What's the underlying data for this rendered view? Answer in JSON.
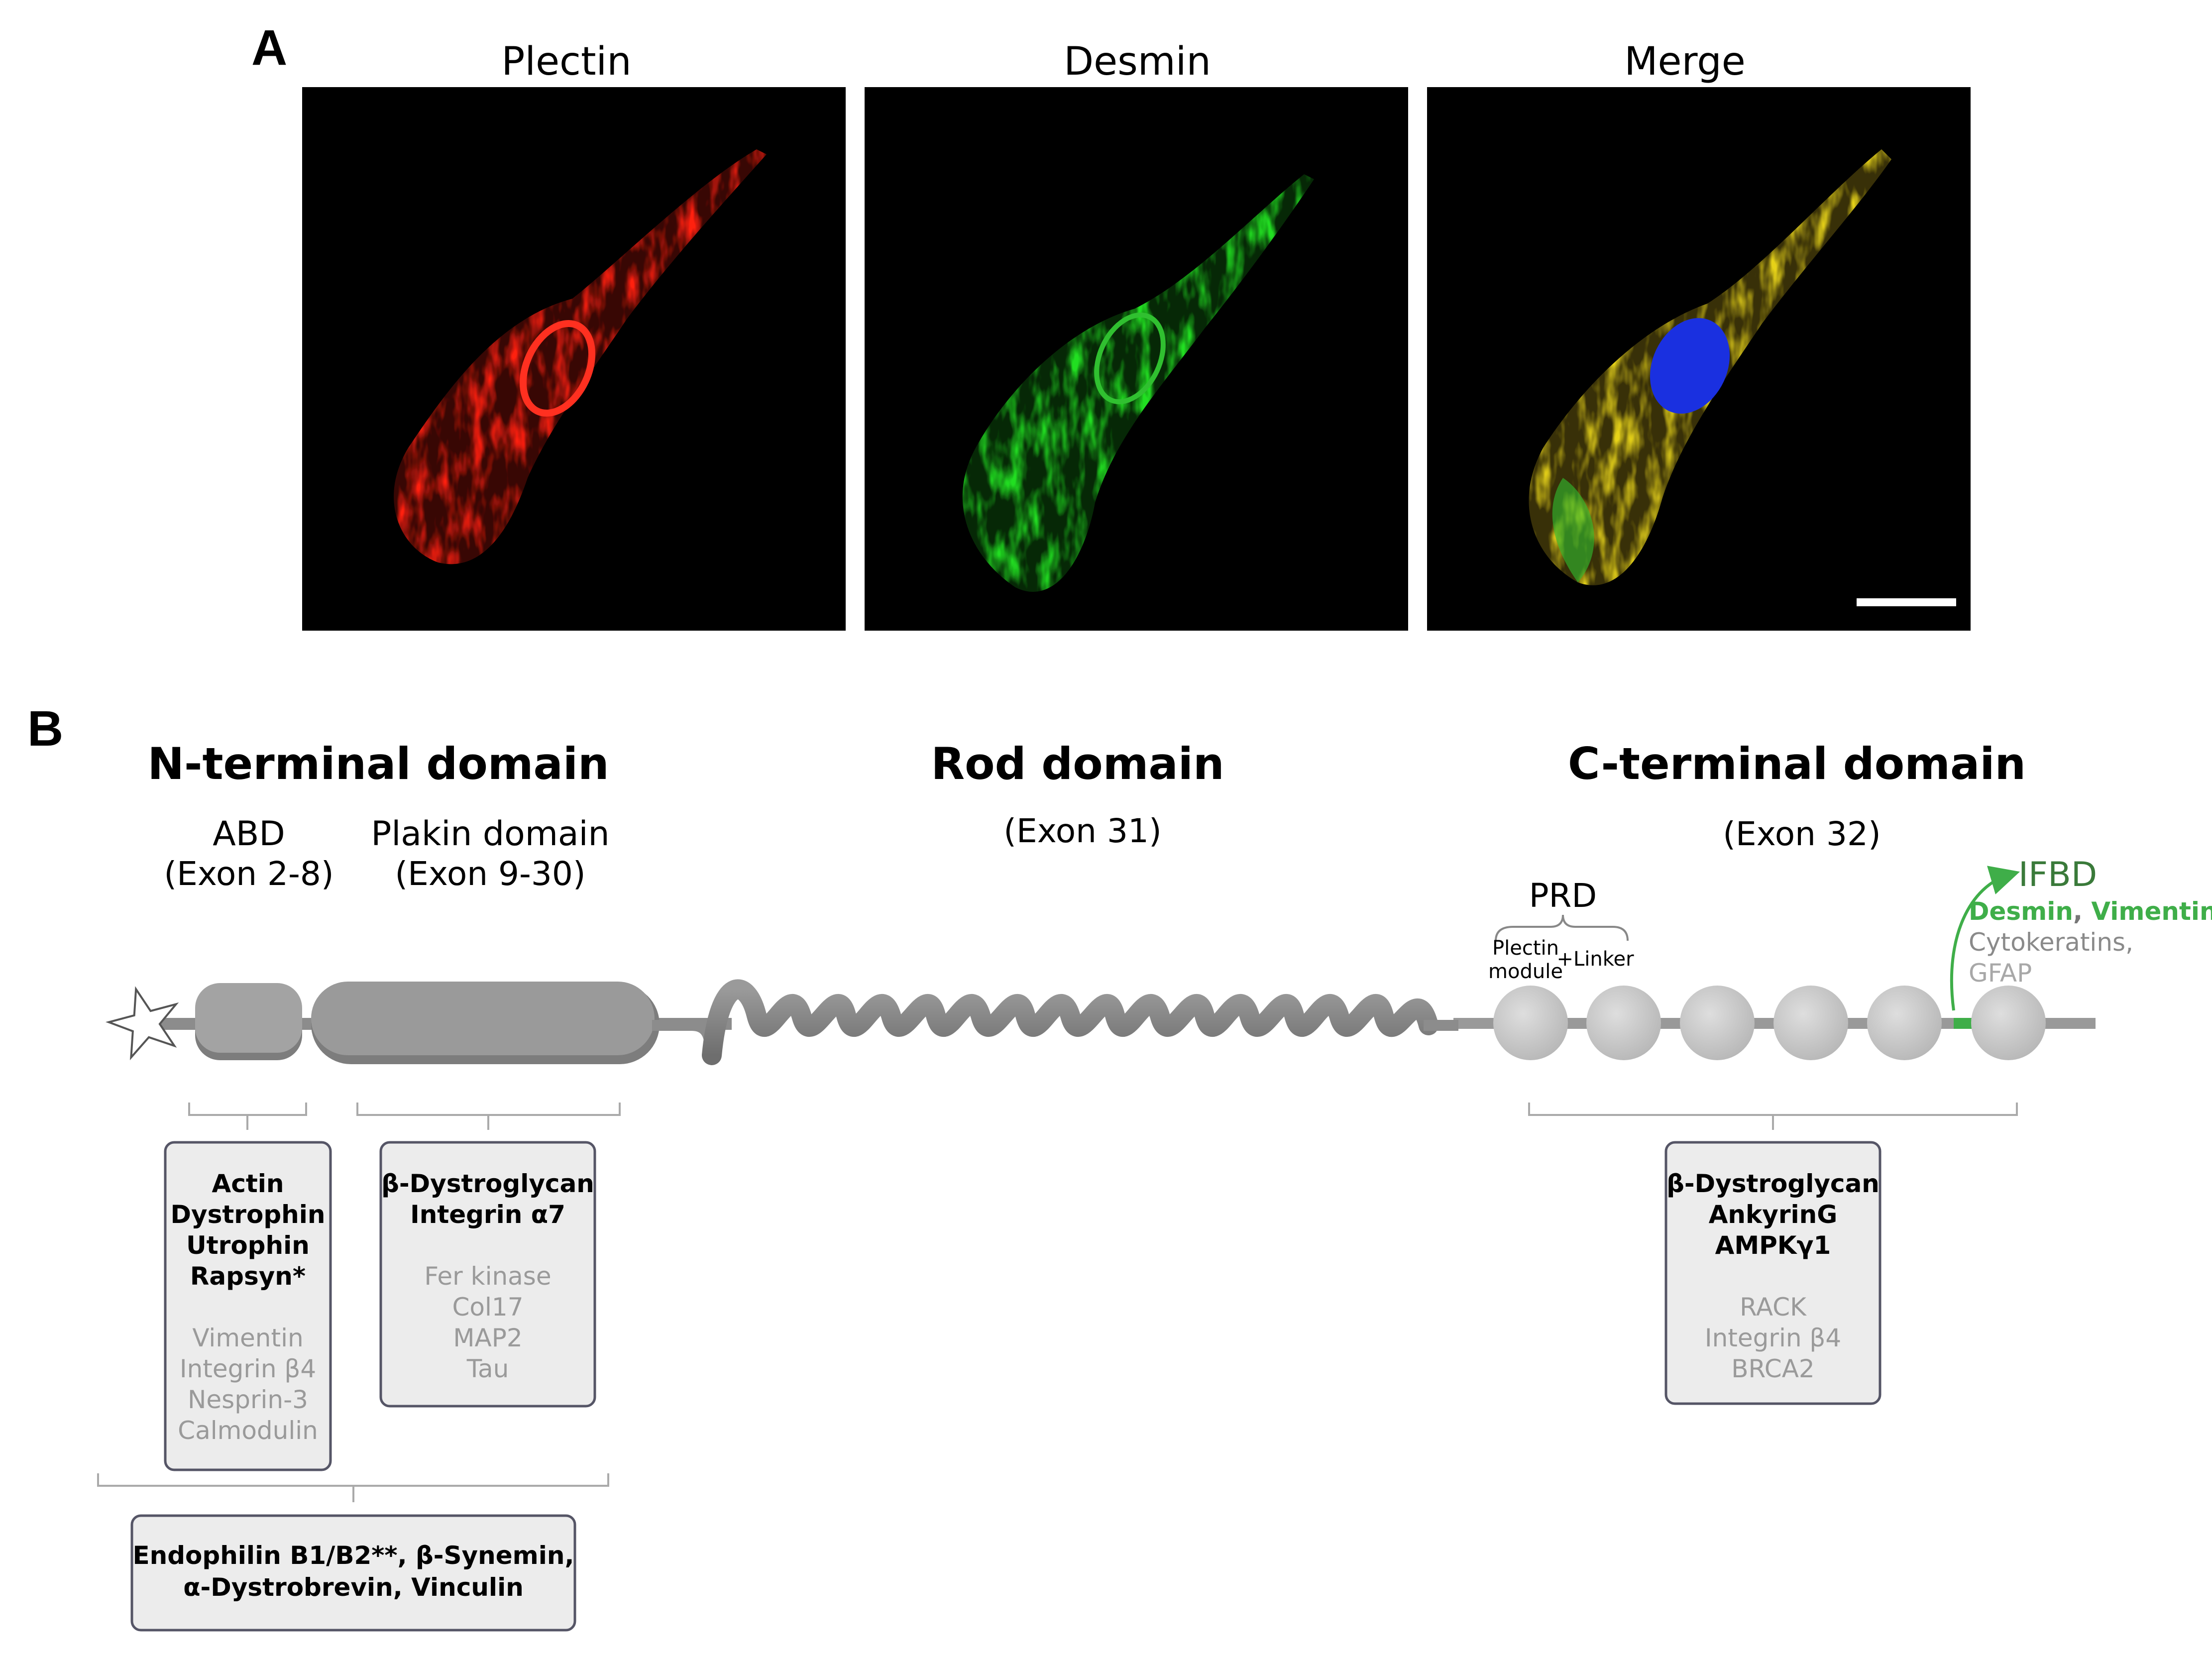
{
  "panel_a": {
    "letter": "A",
    "titles": [
      "Plectin",
      "Desmin",
      "Merge"
    ],
    "colors": {
      "plectin": "#ff1a10",
      "desmin": "#22dd22",
      "merge": "#f2e21a",
      "nucleus": "#1a30e0",
      "scale_bar": "#ffffff"
    }
  },
  "panel_b": {
    "letter": "B",
    "n_terminal": {
      "title": "N-terminal domain",
      "abd": {
        "name": "ABD",
        "exon": "(Exon 2-8)"
      },
      "plakin": {
        "name": "Plakin domain",
        "exon": "(Exon 9-30)"
      }
    },
    "rod": {
      "title": "Rod domain",
      "exon": "(Exon 31)"
    },
    "c_terminal": {
      "title": "C-terminal domain",
      "exon": "(Exon 32)",
      "prd": "PRD",
      "plectin_module_line1": "Plectin",
      "plectin_module_line2": "module",
      "plus_linker": "+Linker",
      "ifbd": "IFBD",
      "ifbd_partners_green": [
        "Desmin",
        "Vimentin"
      ],
      "ifbd_partners_gray": [
        "Cytokeratins,",
        "GFAP"
      ]
    },
    "box_abd": {
      "bold": [
        "Actin",
        "Dystrophin",
        "Utrophin",
        "Rapsyn*"
      ],
      "gray": [
        "Vimentin",
        "Integrin β4",
        "Nesprin-3",
        "Calmodulin"
      ]
    },
    "box_plakin": {
      "bold": [
        "β-Dystroglycan",
        "Integrin α7"
      ],
      "gray": [
        "Fer kinase",
        "Col17",
        "MAP2",
        "Tau"
      ]
    },
    "box_cterm": {
      "bold": [
        "β-Dystroglycan",
        "AnkyrinG",
        "AMPKγ1"
      ],
      "gray": [
        "RACK",
        "Integrin β4",
        "BRCA2"
      ]
    },
    "box_nterm_shared": {
      "line1": "Endophilin B1/B2**, β-Synemin,",
      "line2": "α-Dystrobrevin, Vinculin"
    },
    "colors": {
      "domain_gray": "#8c8c8c",
      "sphere": "#cfcfcf",
      "ifbd_green": "#3fae49",
      "box_fill": "#ececec",
      "box_border": "#555566",
      "gray_text": "#9a9a9a"
    }
  }
}
